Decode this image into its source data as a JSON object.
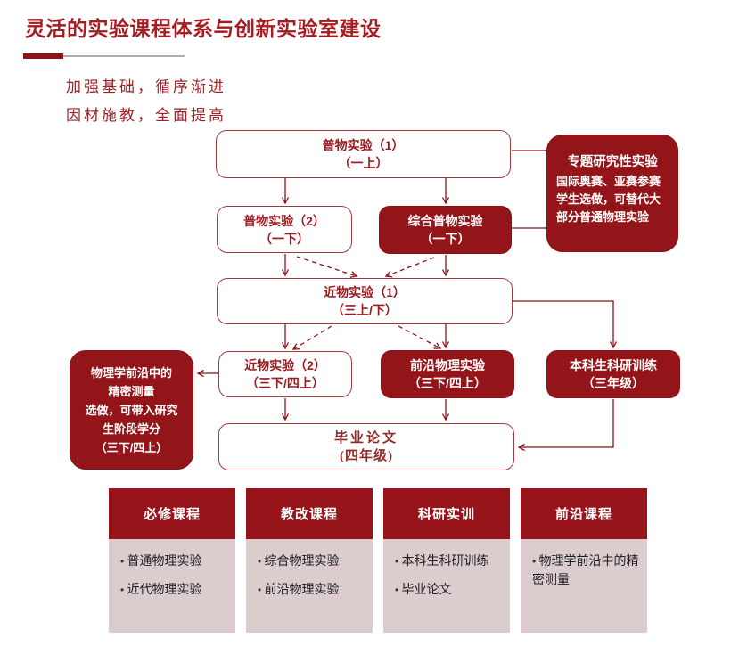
{
  "page": {
    "title": "灵活的实验课程体系与创新实验室建设"
  },
  "slogans": [
    "加强基础，循序渐进",
    "因材施教，全面提高"
  ],
  "colors": {
    "accent_dark_red": "#931519",
    "outline_red": "#A33A40",
    "connector_red": "#8B1418",
    "title_red": "#A31D23",
    "panel_body_bg": "#DBCDCE"
  },
  "flow": {
    "pw1": {
      "line1": "普物实验（1）",
      "line2": "（一上）"
    },
    "pw2": {
      "line1": "普物实验（2）",
      "line2": "（一下）"
    },
    "zh": {
      "line1": "综合普物实验",
      "line2": "（一下）"
    },
    "zt": {
      "heading": "专题研究性实验",
      "body": "国际奥赛、亚赛参赛学生选做，可替代大部分普通物理实验"
    },
    "jw1": {
      "line1": "近物实验（1）",
      "line2": "（三上/下）"
    },
    "jw2": {
      "line1": "近物实验（2）",
      "line2": "（三下/四上）"
    },
    "qy": {
      "line1": "前沿物理实验",
      "line2": "（三下/四上）"
    },
    "bk": {
      "line1": "本科生科研训练",
      "line2": "（三年级）"
    },
    "wl": {
      "lines": [
        "物理学前沿中的",
        "精密测量",
        "选做，可带入研究",
        "生阶段学分",
        "（三下/四上）"
      ]
    },
    "by": {
      "line1": "毕业论文",
      "line2": "(四年级)"
    }
  },
  "edges": [
    {
      "from": "普物实验（1）",
      "to": "普物实验（2）",
      "style": "solid-arrow"
    },
    {
      "from": "普物实验（1）",
      "to": "综合普物实验",
      "style": "solid-arrow"
    },
    {
      "from": "普物实验（1）",
      "to": "专题研究性实验",
      "style": "line"
    },
    {
      "from": "综合普物实验",
      "to": "专题研究性实验",
      "style": "line"
    },
    {
      "from": "普物实验（2）",
      "to": "近物实验（1）",
      "style": "solid-arrow"
    },
    {
      "from": "普物实验（2）",
      "to": "近物实验（1）",
      "style": "dashed-arrow"
    },
    {
      "from": "综合普物实验",
      "to": "近物实验（1）",
      "style": "solid-arrow"
    },
    {
      "from": "综合普物实验",
      "to": "近物实验（1）",
      "style": "dashed-arrow"
    },
    {
      "from": "近物实验（1）",
      "to": "近物实验（2）",
      "style": "solid-arrow"
    },
    {
      "from": "近物实验（1）",
      "to": "近物实验（2）",
      "style": "dashed-arrow"
    },
    {
      "from": "近物实验（1）",
      "to": "前沿物理实验",
      "style": "solid-arrow"
    },
    {
      "from": "近物实验（1）",
      "to": "前沿物理实验",
      "style": "dashed-arrow"
    },
    {
      "from": "近物实验（1）",
      "to": "本科生科研训练",
      "style": "elbow-arrow"
    },
    {
      "from": "近物实验（2）",
      "to": "物理学前沿中的精密测量",
      "style": "solid-arrow"
    },
    {
      "from": "近物实验（2）",
      "to": "毕业论文",
      "style": "solid-arrow"
    },
    {
      "from": "前沿物理实验",
      "to": "毕业论文",
      "style": "solid-arrow"
    },
    {
      "from": "本科生科研训练",
      "to": "毕业论文",
      "style": "elbow-arrow"
    }
  ],
  "columns": [
    {
      "header": "必修课程",
      "items": [
        "普通物理实验",
        "近代物理实验"
      ]
    },
    {
      "header": "教改课程",
      "items": [
        "综合物理实验",
        "前沿物理实验"
      ]
    },
    {
      "header": "科研实训",
      "items": [
        "本科生科研训练",
        "毕业论文"
      ]
    },
    {
      "header": "前沿课程",
      "items": [
        "物理学前沿中的精密测量"
      ]
    }
  ]
}
